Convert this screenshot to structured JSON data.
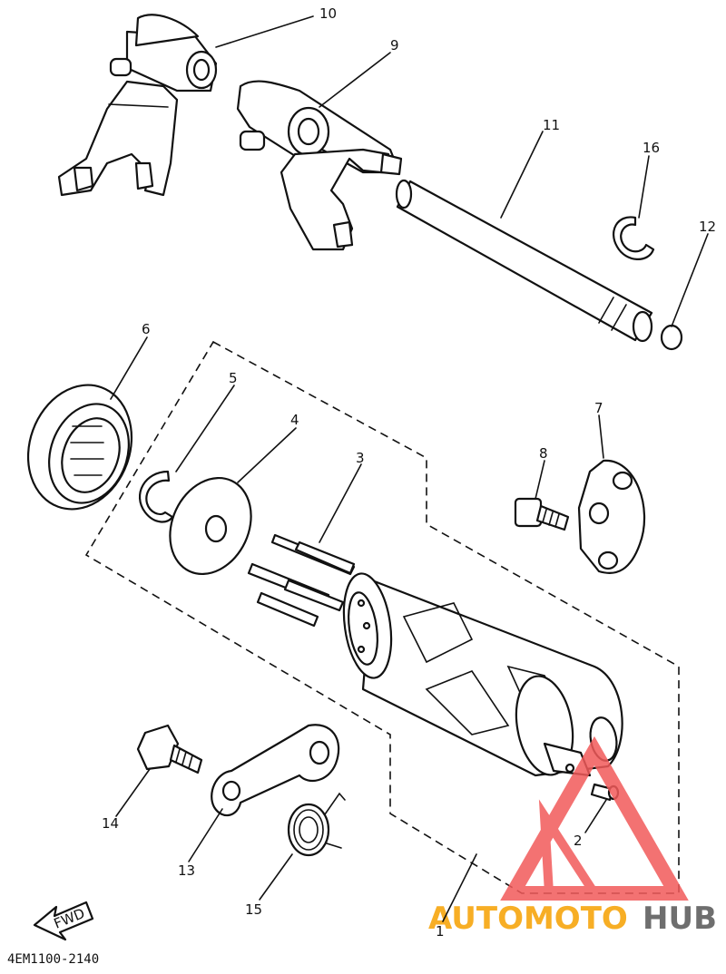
{
  "diagram_code": "4EM1100-2140",
  "fwd_label": "FWD",
  "part_numbers": [
    "1",
    "2",
    "3",
    "4",
    "5",
    "6",
    "7",
    "8",
    "9",
    "10",
    "11",
    "12",
    "13",
    "14",
    "15",
    "16"
  ],
  "watermark": {
    "text_left": "AUTOMOTO",
    "text_right": "HUB",
    "color_left": "#f6a000",
    "color_right": "#555555",
    "triangle_color": "#f25a5a"
  },
  "line_color": "#111111"
}
